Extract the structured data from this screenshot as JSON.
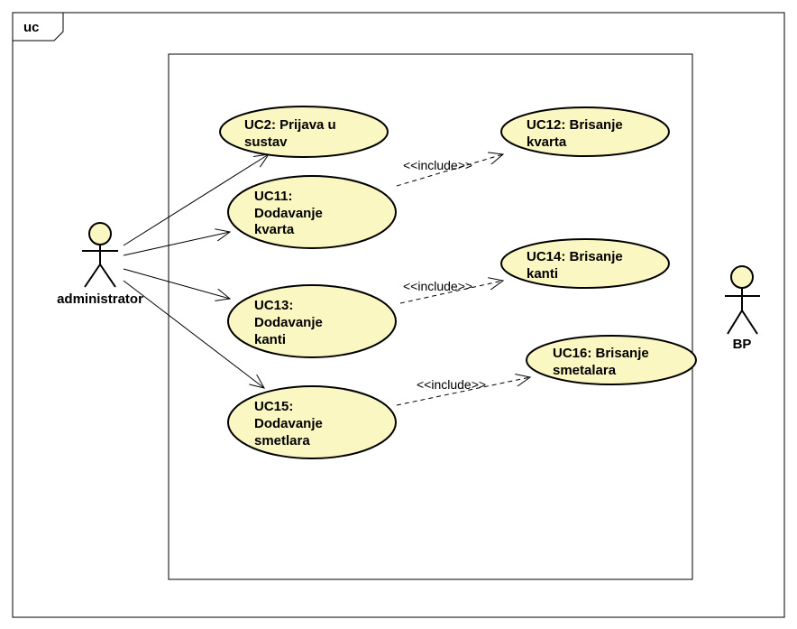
{
  "frame": {
    "label": "uc"
  },
  "actors": [
    {
      "id": "administrator",
      "label": "administrator"
    },
    {
      "id": "bp",
      "label": "BP"
    }
  ],
  "use_cases": [
    {
      "id": "uc2",
      "lines": [
        "UC2: Prijava u",
        "sustav"
      ]
    },
    {
      "id": "uc11",
      "lines": [
        "UC11:",
        "Dodavanje",
        "kvarta"
      ]
    },
    {
      "id": "uc12",
      "lines": [
        "UC12: Brisanje",
        "kvarta"
      ]
    },
    {
      "id": "uc13",
      "lines": [
        "UC13:",
        "Dodavanje",
        "kanti"
      ]
    },
    {
      "id": "uc14",
      "lines": [
        "UC14: Brisanje",
        "kanti"
      ]
    },
    {
      "id": "uc15",
      "lines": [
        "UC15:",
        "Dodavanje",
        "smetlara"
      ]
    },
    {
      "id": "uc16",
      "lines": [
        "UC16: Brisanje",
        "smetalara"
      ]
    }
  ],
  "relations": [
    {
      "id": "rel-1",
      "type": "include",
      "label": "<<include>>"
    },
    {
      "id": "rel-2",
      "type": "include",
      "label": "<<include>>"
    },
    {
      "id": "rel-3",
      "type": "include",
      "label": "<<include>>"
    }
  ],
  "colors": {
    "use_case_fill": "#fbf7c3",
    "stroke": "#000000",
    "background": "#ffffff"
  }
}
